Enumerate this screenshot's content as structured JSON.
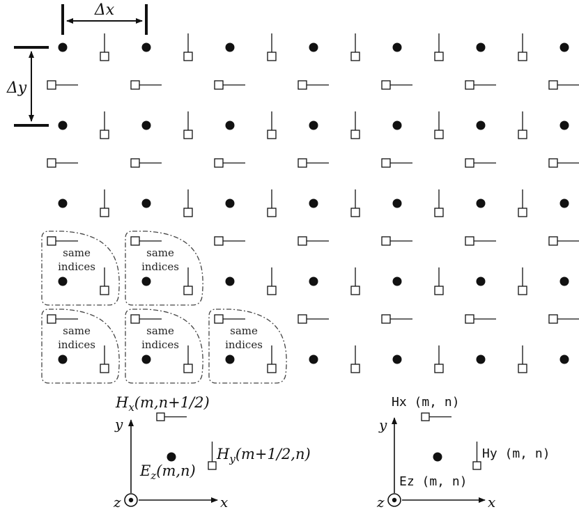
{
  "diagram": {
    "grid": {
      "rows": 5,
      "columns": 7,
      "grouped_cells": 5
    },
    "delta_x_label": "Δx",
    "delta_y_label": "Δy",
    "group_note_line1": "same",
    "group_note_line2": "indices"
  },
  "left_legend": {
    "hx_label": "H",
    "hx_sub": "x",
    "hx_args": "(m,n+1/2)",
    "hy_label": "H",
    "hy_sub": "y",
    "hy_args": "(m+1/2,n)",
    "ez_label": "E",
    "ez_sub": "z",
    "ez_args": "(m,n)",
    "x_axis": "x",
    "y_axis": "y",
    "z_axis": "z"
  },
  "right_legend": {
    "hx_label": "Hx (m, n)",
    "hy_label": "Hy (m, n)",
    "ez_label": "Ez (m, n)",
    "x_axis": "x",
    "y_axis": "y",
    "z_axis": "z"
  },
  "colors": {
    "ink": "#111111",
    "group_outline": "#444444"
  }
}
